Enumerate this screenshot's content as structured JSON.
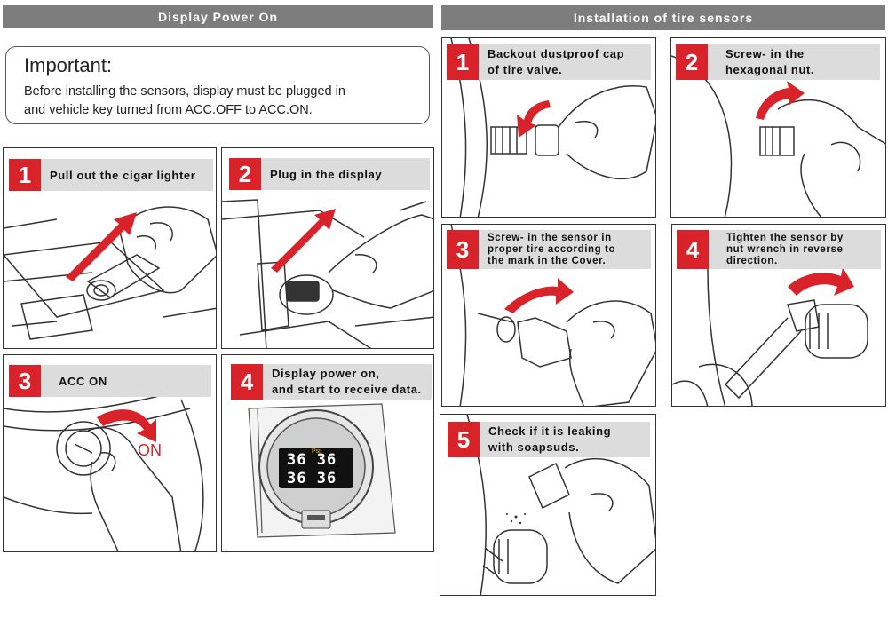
{
  "left_header": "Display Power On",
  "right_header": "Installation of tire sensors",
  "important": {
    "title": "Important:",
    "line1": "Before installing the sensors, display must be plugged in",
    "line2": "and vehicle key turned from ACC.OFF to ACC.ON."
  },
  "left_steps": [
    {
      "number": "1",
      "text": "Pull out the cigar lighter"
    },
    {
      "number": "2",
      "text": "Plug in the display"
    },
    {
      "number": "3",
      "text": "ACC ON",
      "annotation": "ON"
    },
    {
      "number": "4",
      "line1": "Display power on,",
      "line2": "and start to receive data.",
      "display": {
        "unit": "Psi",
        "row1": "36 36",
        "row2": "36 36"
      }
    }
  ],
  "right_steps": [
    {
      "number": "1",
      "line1": "Backout dustproof cap",
      "line2": "of tire valve."
    },
    {
      "number": "2",
      "line1": "Screw- in the",
      "line2": "hexagonal nut."
    },
    {
      "number": "3",
      "line1": "Screw- in the sensor in",
      "line2": "proper tire according to",
      "line3": "the mark in the Cover."
    },
    {
      "number": "4",
      "line1": "Tighten the sensor by",
      "line2": "nut wrench in reverse",
      "line3": "direction."
    },
    {
      "number": "5",
      "line1": "Check if it is leaking",
      "line2": "with soapsuds."
    }
  ],
  "colors": {
    "accent_red": "#d8232a",
    "header_gray": "#7d7d7d",
    "label_gray": "#dcdcdc"
  }
}
